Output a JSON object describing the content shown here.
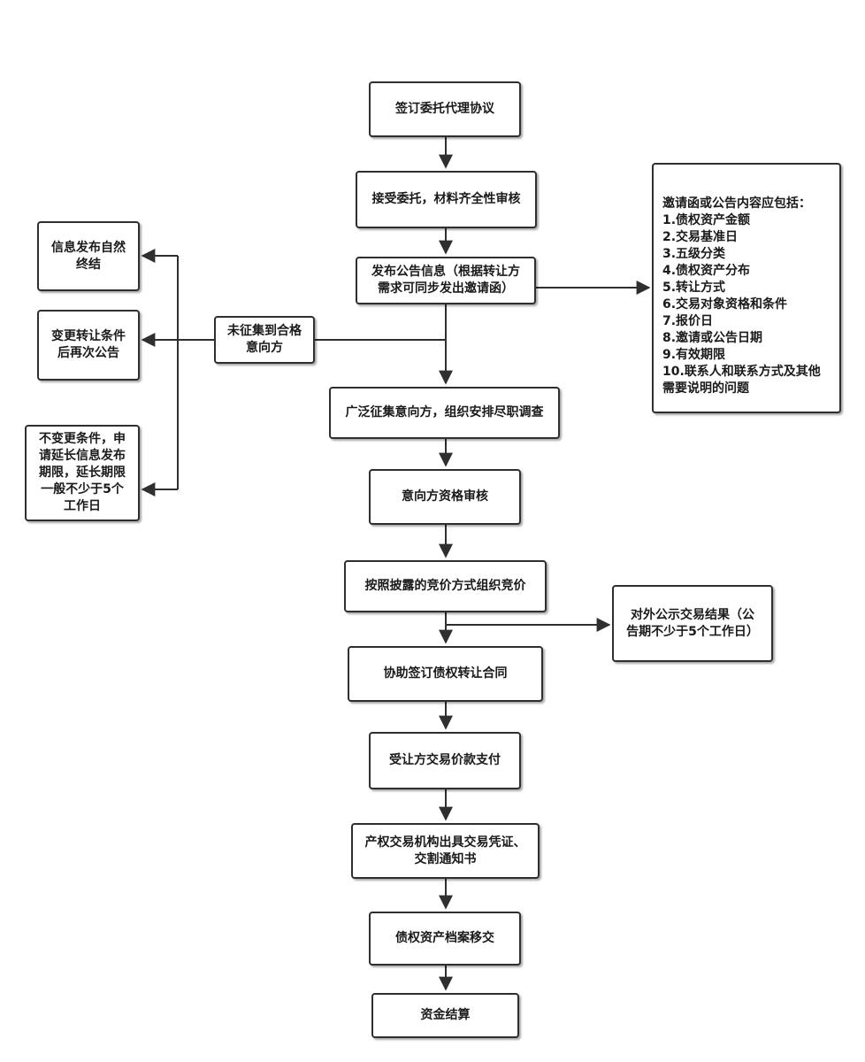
{
  "main": {
    "sign_agreement": "签订委托代理协议",
    "accept_review": "接受委托，材料齐全性审核",
    "publish_notice": "发布公告信息（根据转让方\n需求可同步发出邀请函）",
    "collect_investigate": "广泛征集意向方，组织安排尽职调查",
    "qualification_review": "意向方资格审核",
    "bidding": "按照披露的竞价方式组织竞价",
    "sign_contract": "协助签订债权转让合同",
    "payment": "受让方交易价款支付",
    "certificate": "产权交易机构出具交易凭证、\n交割通知书",
    "archive_transfer": "债权资产档案移交",
    "settlement": "资金结算"
  },
  "branch": {
    "no_qualified": "未征集到合格\n意向方",
    "natural_end": "信息发布自然\n终结",
    "change_terms": "变更转让条件\n后再次公告",
    "extend_period": "不变更条件，申\n请延长信息发布\n期限，延长期限\n一般不少于5个\n工作日"
  },
  "notes": {
    "invitation_contents": "邀请函或公告内容应包括：\n1.债权资产金额\n2.交易基准日\n3.五级分类\n4.债权资产分布\n5.转让方式\n6.交易对象资格和条件\n7.报价日\n8.邀请或公告日期\n9.有效期限\n10.联系人和联系方式及其他\n需要说明的问题",
    "publicize_result": "对外公示交易结果（公\n告期不少于5个工作日）"
  }
}
